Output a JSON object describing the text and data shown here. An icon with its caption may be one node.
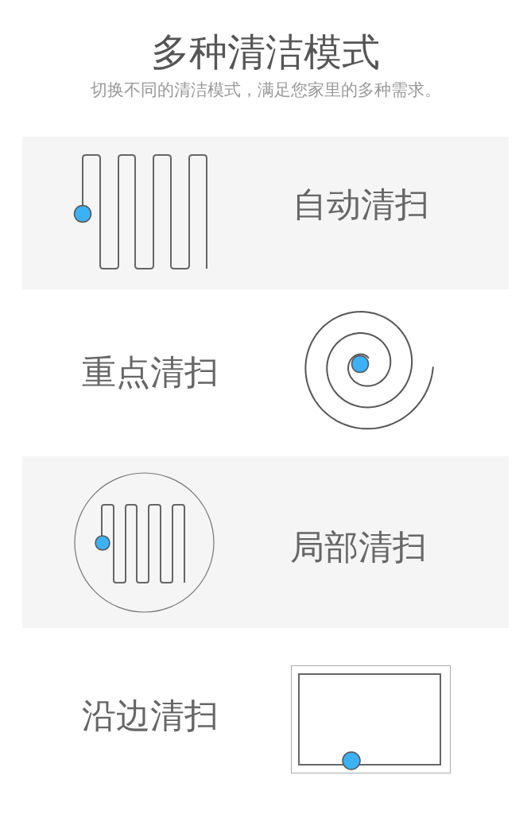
{
  "diagram": {
    "title": "多种清洁模式",
    "nodes": [
      {
        "text": [
          "自动清扫"
        ]
      },
      {
        "text": [
          "局部清扫"
        ]
      }
    ],
    "labels": [
      "切换不同的清洁模式，满足您家里的多种需求。",
      "重点清扫",
      "沿边清扫"
    ]
  }
}
